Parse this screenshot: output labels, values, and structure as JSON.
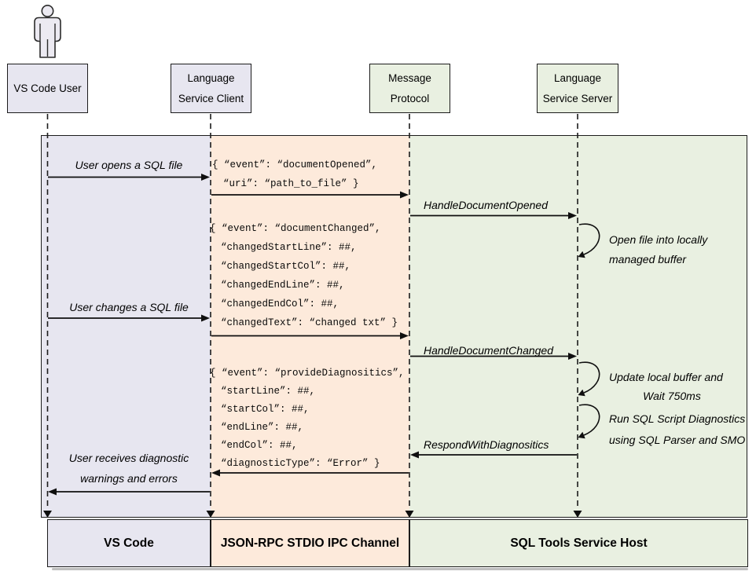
{
  "actors": [
    {
      "label": "VS Code User"
    },
    {
      "line1": "Language",
      "line2": "Service Client"
    },
    {
      "line1": "Message",
      "line2": "Protocol"
    },
    {
      "line1": "Language",
      "line2": "Service Server"
    }
  ],
  "messages": {
    "user_opens": "User opens a SQL file",
    "user_changes": "User changes a SQL file",
    "user_receives_1": "User receives diagnostic",
    "user_receives_2": "warnings and errors",
    "handle_opened": "HandleDocumentOpened",
    "handle_changed": "HandleDocumentChanged",
    "respond_diagnostics": "RespondWithDiagnositics"
  },
  "notes": {
    "open_file_1": "Open file into locally",
    "open_file_2": "managed buffer",
    "update_1": "Update local buffer and",
    "update_2": "Wait 750ms",
    "run_1": "Run SQL Script Diagnostics",
    "run_2": "using SQL Parser and SMO"
  },
  "payloads": {
    "opened": [
      "{ “event”: “documentOpened”,",
      "“uri”: “path_to_file” }"
    ],
    "changed": [
      "{ “event”: “documentChanged”,",
      "“changedStartLine”: ##,",
      "“changedStartCol”: ##,",
      "“changedEndLine”: ##,",
      "“changedEndCol”: ##,",
      "“changedText”: “changed txt” }"
    ],
    "diagnostics": [
      "{ “event”: “provideDiagnositics”,",
      "“startLine”: ##,",
      "“startCol”: ##,",
      "“endLine”: ##,",
      "“endCol”: ##,",
      "“diagnosticType”: “Error” }"
    ]
  },
  "footer": {
    "left": "VS Code",
    "middle": "JSON-RPC STDIO IPC Channel",
    "right": "SQL Tools Service Host"
  },
  "colors": {
    "lavender": "#e7e6f0",
    "peach": "#fdeadb",
    "green": "#e9f0e1",
    "line": "#1c1c1c"
  }
}
